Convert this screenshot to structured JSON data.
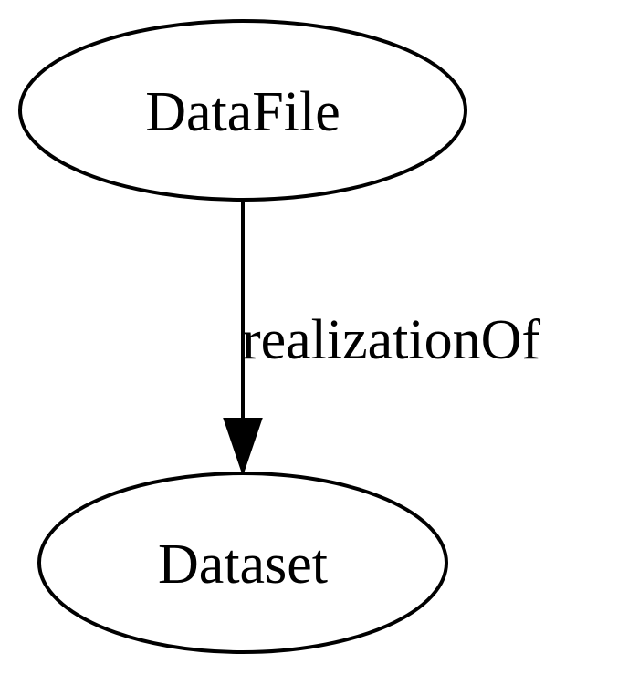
{
  "nodes": {
    "source": {
      "label": "DataFile"
    },
    "target": {
      "label": "Dataset"
    }
  },
  "edge": {
    "label": "realizationOf"
  },
  "colors": {
    "stroke": "#000000",
    "fill": "#ffffff",
    "text": "#000000"
  }
}
